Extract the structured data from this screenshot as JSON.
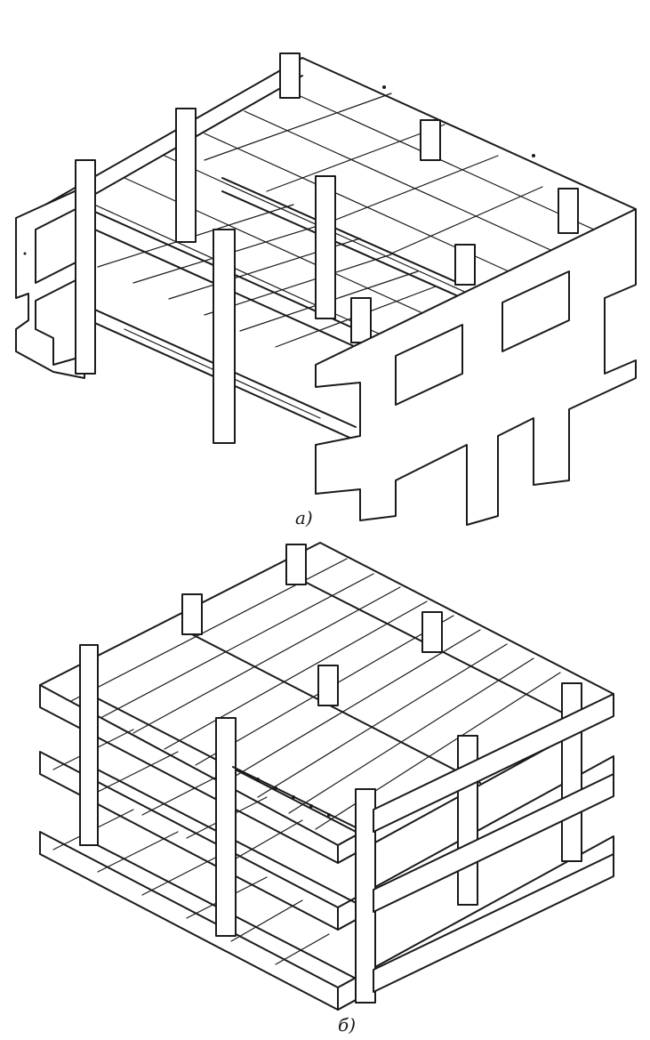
{
  "figures": [
    {
      "id": "a",
      "caption": "a)"
    },
    {
      "id": "b",
      "caption": "б)"
    }
  ],
  "colors": {
    "ink": "#1a1a1a",
    "paper": "#ffffff"
  }
}
